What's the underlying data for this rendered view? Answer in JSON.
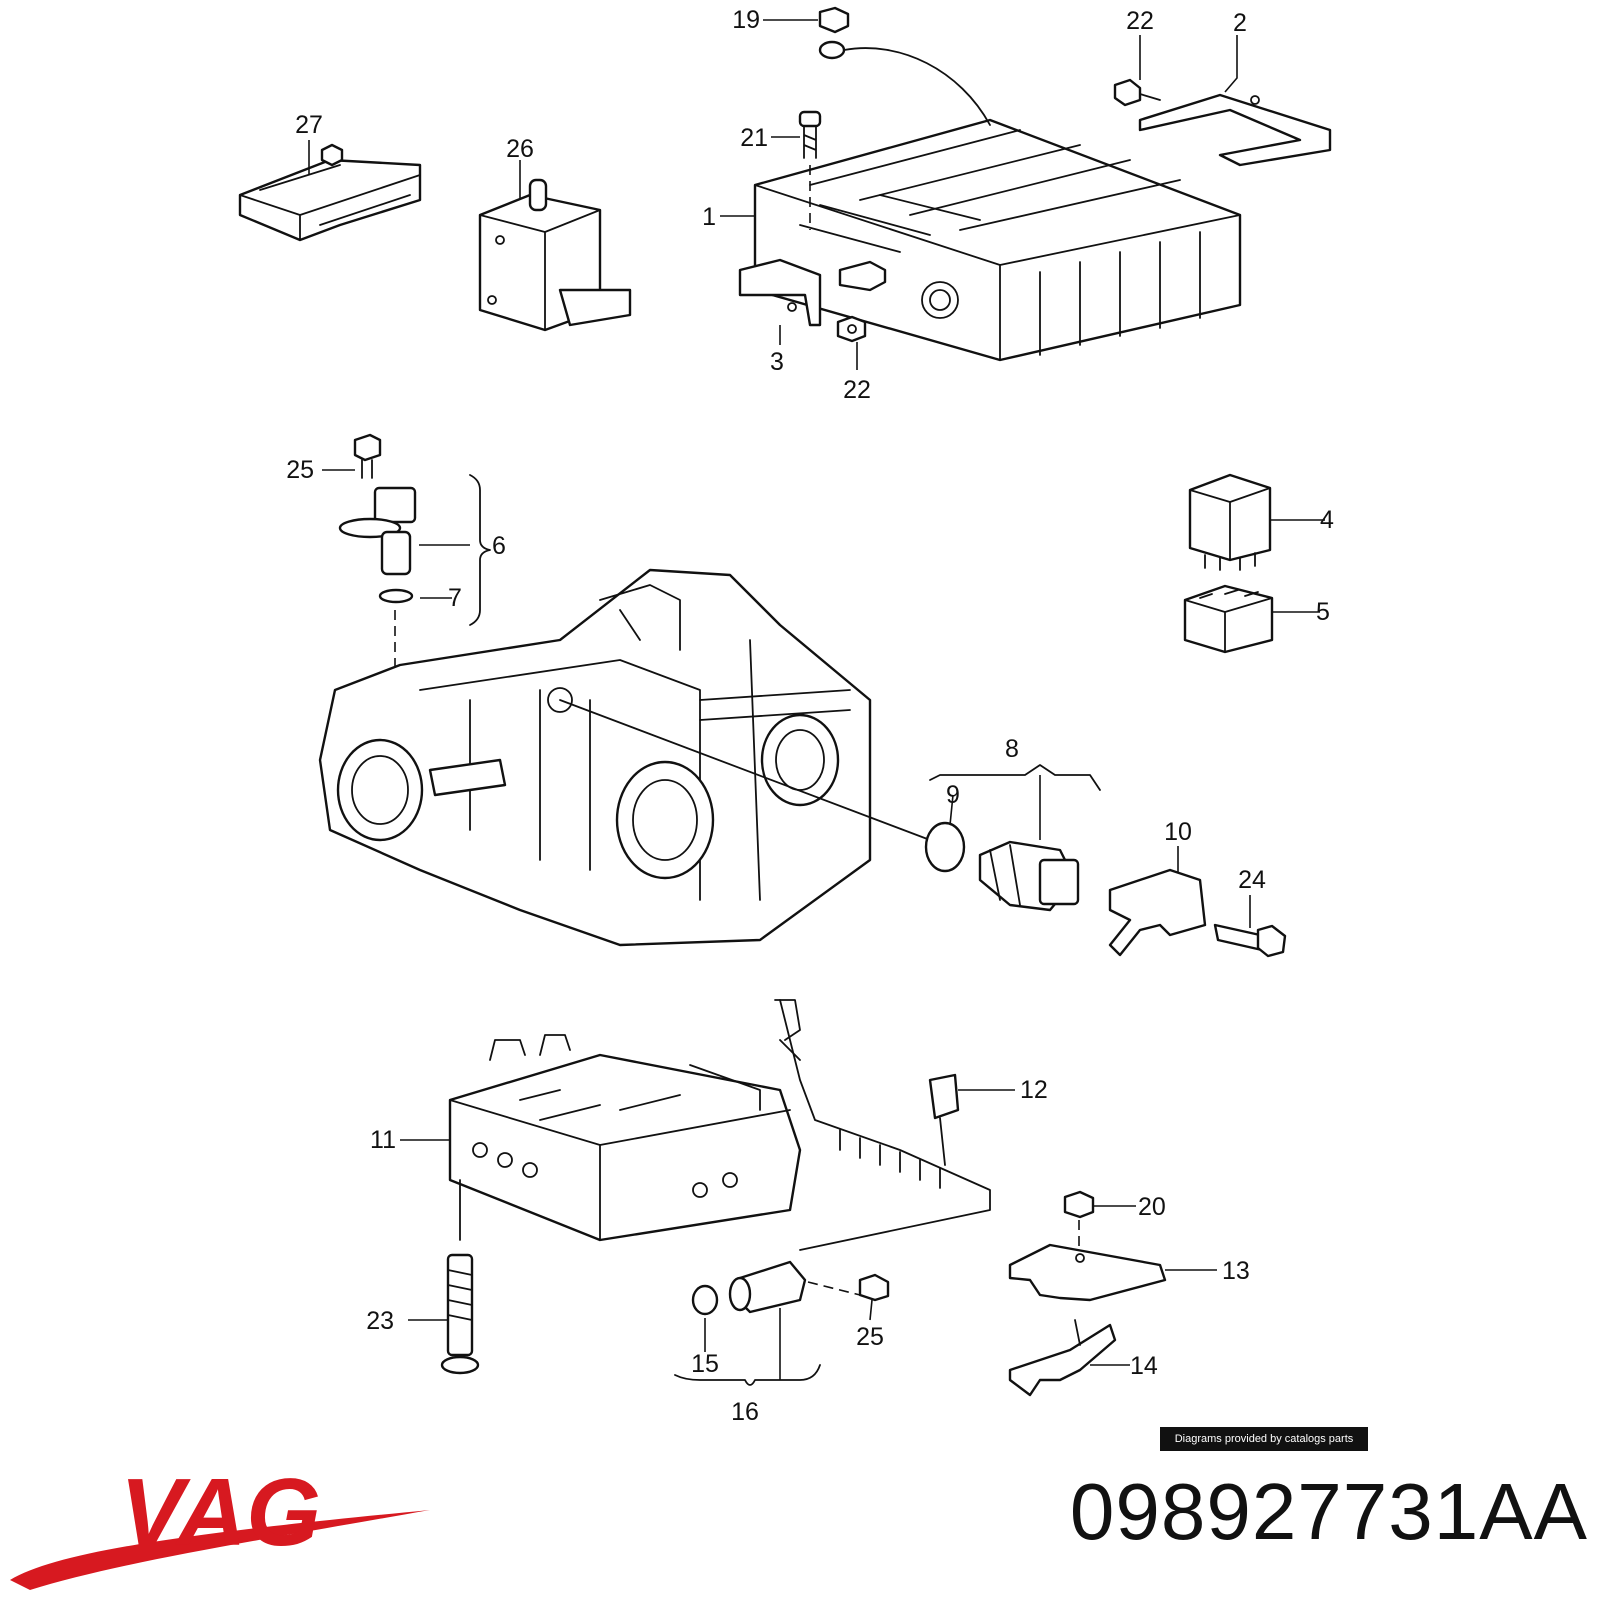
{
  "diagram": {
    "callouts": {
      "c1": "1",
      "c2": "2",
      "c3": "3",
      "c4": "4",
      "c5": "5",
      "c6": "6",
      "c7": "7",
      "c8": "8",
      "c9": "9",
      "c10": "10",
      "c11": "11",
      "c12": "12",
      "c13": "13",
      "c14": "14",
      "c15": "15",
      "c16": "16",
      "c19": "19",
      "c20": "20",
      "c21": "21",
      "c22a": "22",
      "c22b": "22",
      "c23": "23",
      "c24": "24",
      "c25a": "25",
      "c25b": "25",
      "c26": "26",
      "c27": "27"
    }
  },
  "credit": "Diagrams provided by catalogs parts",
  "brand": {
    "logo_text": "VAG",
    "logo_color": "#d71920"
  },
  "part_number": "098927731AA"
}
